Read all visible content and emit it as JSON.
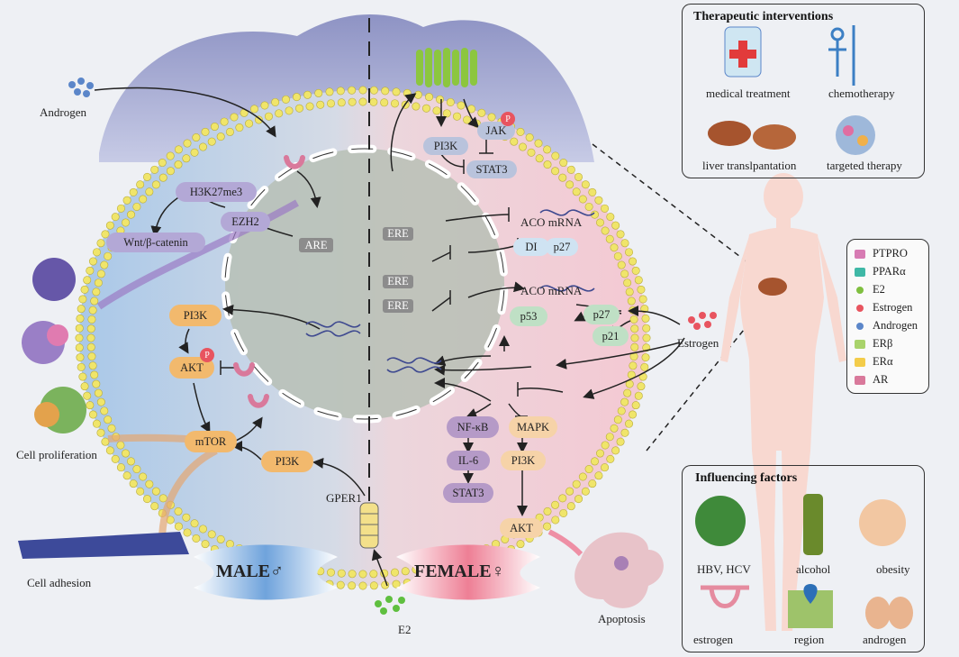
{
  "title": "",
  "ligands": {
    "androgen": "Androgen",
    "estrogen": "Estrogen",
    "e2": "E2"
  },
  "male_side": {
    "h3k27me3": "H3K27me3",
    "ezh2": "EZH2",
    "wnt": "Wnt/β-catenin",
    "are": "ARE",
    "pi3k_a": "PI3K",
    "akt": "AKT",
    "p_badge": "P",
    "mtor": "mTOR",
    "pi3k_b": "PI3K",
    "gper1": "GPER1"
  },
  "female_side": {
    "pi3k": "PI3K",
    "jak": "JAK",
    "p_badge": "P",
    "stat3": "STAT3",
    "ere1": "ERE",
    "ere2": "ERE",
    "ere3": "ERE",
    "aco_mrna_1": "ACO mRNA",
    "di": "DI",
    "p27_a": "p27",
    "aco_mrna_2": "ACO mRNA",
    "p53": "p53",
    "p27_b": "p27",
    "p21": "p21",
    "nfkb": "NF-κB",
    "mapk": "MAPK",
    "il6": "IL-6",
    "pi3k_b": "PI3K",
    "stat3_b": "STAT3",
    "akt": "AKT"
  },
  "outcomes": {
    "cell_proliferation": "Cell proliferation",
    "cell_adhesion": "Cell adhesion",
    "apoptosis": "Apoptosis"
  },
  "banners": {
    "male": "MALE♂",
    "female": "FEMALE♀"
  },
  "therapeutic": {
    "title": "Therapeutic interventions",
    "items": [
      "medical treatment",
      "chemotherapy",
      "liver translpantation",
      "targeted therapy"
    ]
  },
  "legend": {
    "items": [
      {
        "label": "PTPRO",
        "color": "#d77bb3"
      },
      {
        "label": "PPARα",
        "color": "#3fb8a6"
      },
      {
        "label": "E2",
        "color": "#7fbf3f"
      },
      {
        "label": "Estrogen",
        "color": "#e8545f"
      },
      {
        "label": "Androgen",
        "color": "#5b86c9"
      },
      {
        "label": "ERβ",
        "color": "#a9d36b"
      },
      {
        "label": "ERα",
        "color": "#f3cc4a"
      },
      {
        "label": "AR",
        "color": "#d9799b"
      }
    ]
  },
  "influencing": {
    "title": "Influencing factors",
    "items": [
      "HBV, HCV",
      "alcohol",
      "obesity",
      "estrogen",
      "region",
      "androgen"
    ]
  },
  "colors": {
    "male_bg": "#bcd3ea",
    "female_bg": "#f3cfd8",
    "nucleus": "#b7bfb5",
    "membrane_dot": "#f0e56a",
    "receptor_green": "#8cc63f"
  }
}
